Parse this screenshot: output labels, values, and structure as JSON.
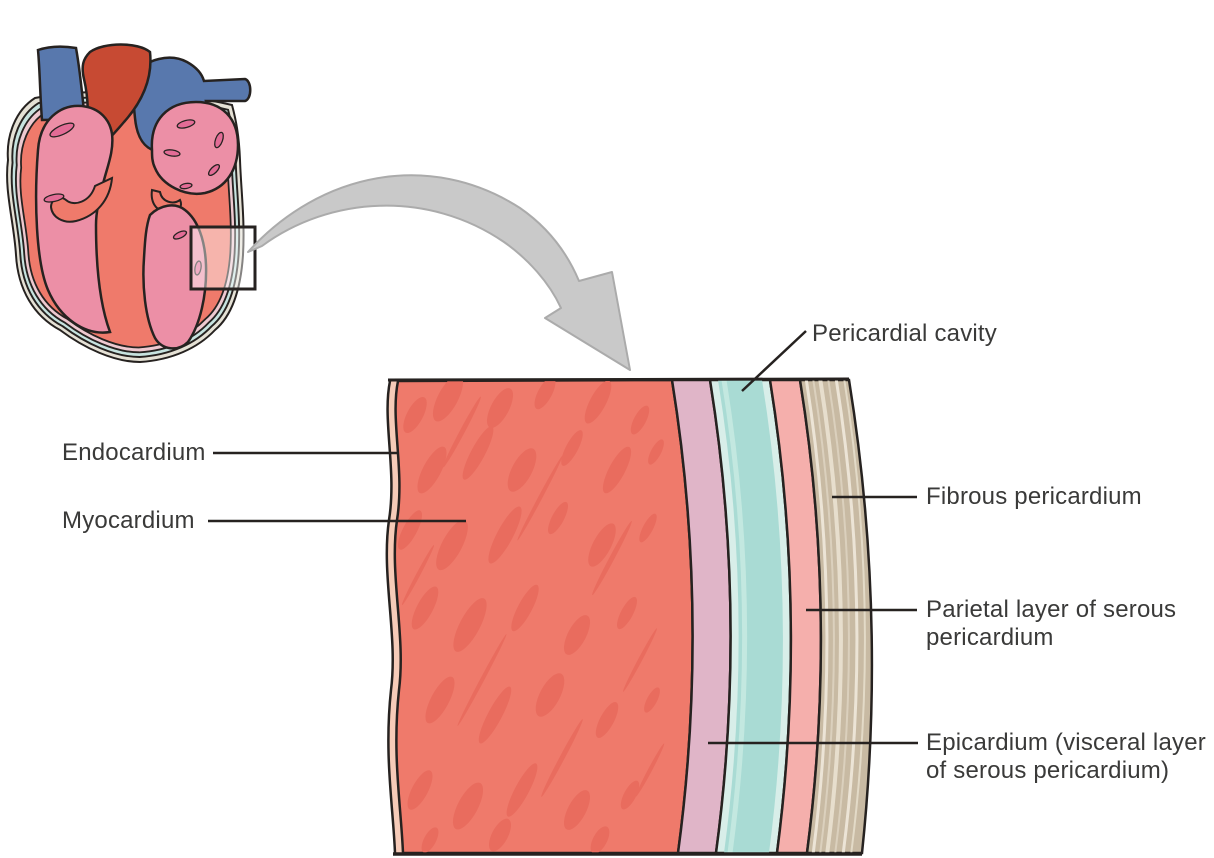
{
  "figure": {
    "type": "anatomical-diagram",
    "subject": "heart-wall-layers",
    "labels": {
      "pericardial_cavity": "Pericardial cavity",
      "endocardium": "Endocardium",
      "myocardium": "Myocardium",
      "fibrous_pericardium": "Fibrous pericardium",
      "parietal_layer": "Parietal layer of serous pericardium",
      "epicardium": "Epicardium (visceral layer of serous pericardium)"
    },
    "colors": {
      "myocardium": "#EF7A6B",
      "myocardium_spot": "#E96C5E",
      "endocardium_stripe": "#F6CBB8",
      "epicardium_layer": "#E0B5C8",
      "pericardial_cavity_fill": "#A9DBD4",
      "pericardial_cavity_light": "#D8EEE9",
      "parietal_layer_fill": "#F5AFAC",
      "fibrous_layer_fill": "#C8BAA3",
      "fibrous_streak": "#EFE9DC",
      "outline": "#262220",
      "label_text": "#3A3A39",
      "arrow_gray": "#C9C9C9",
      "heart_chamber_pink": "#EC8FA6",
      "heart_blob_pink": "#E36C96",
      "vessel_blue": "#5878AD",
      "aorta_red": "#C74A33",
      "band_gray": "#E5E1D5",
      "band_teal": "#C7E3DF",
      "band_pink": "#EEC9D0"
    }
  }
}
